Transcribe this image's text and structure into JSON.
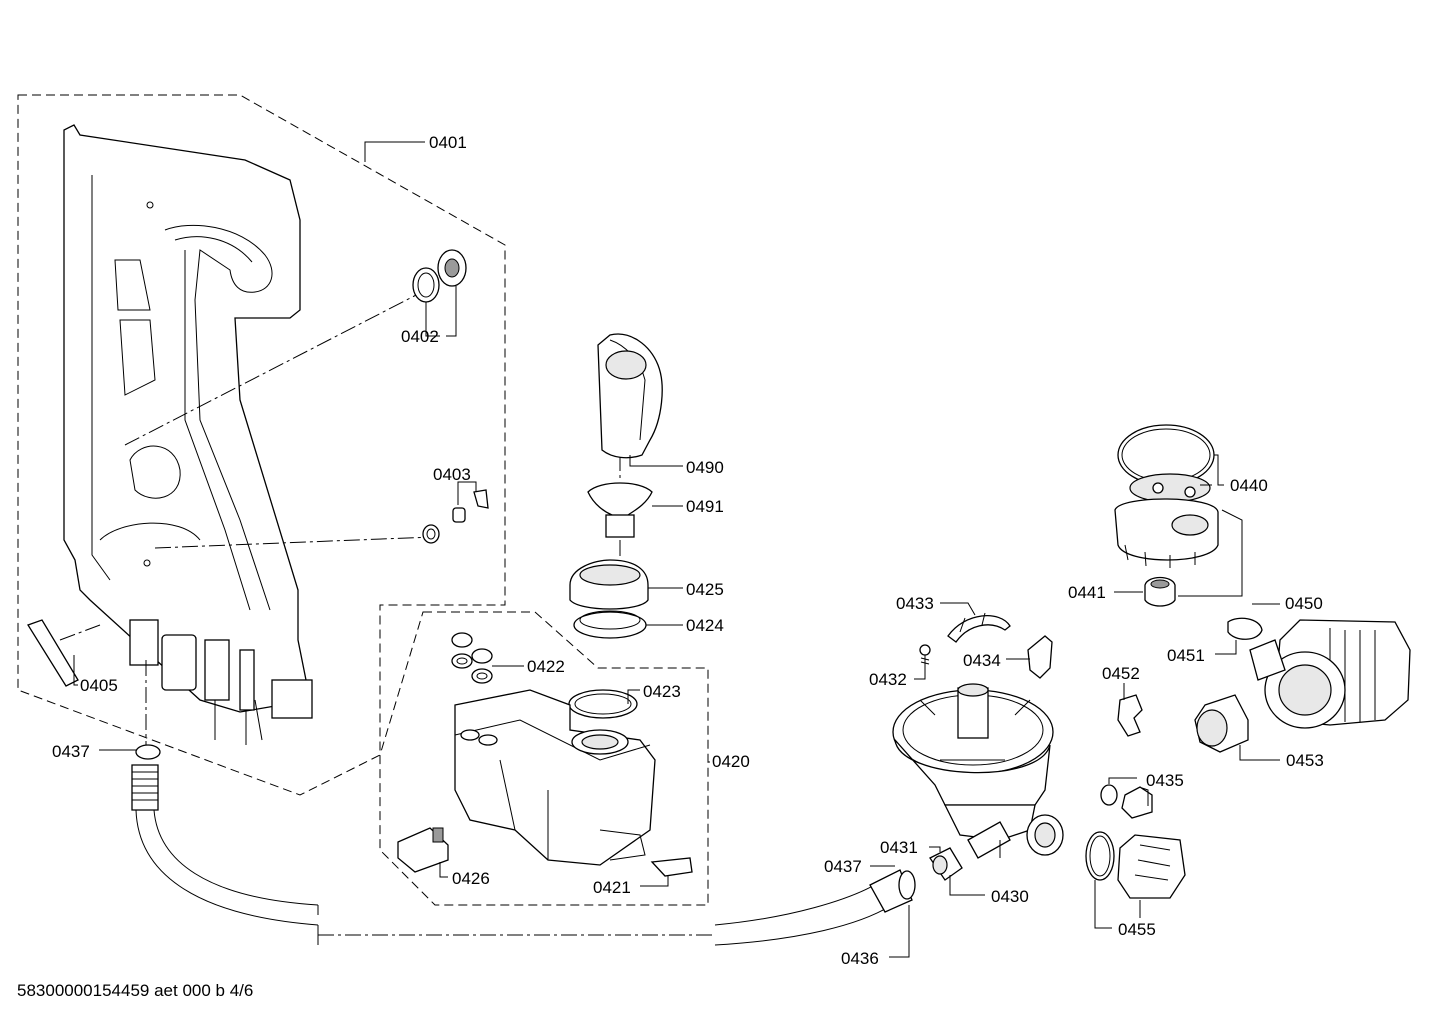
{
  "footer_text": "58300000154459 aet 000 b 4/6",
  "parts": {
    "p0401": "0401",
    "p0402": "0402",
    "p0403": "0403",
    "p0405": "0405",
    "p0437a": "0437",
    "p0490": "0490",
    "p0491": "0491",
    "p0425": "0425",
    "p0424": "0424",
    "p0422": "0422",
    "p0423": "0423",
    "p0420": "0420",
    "p0426": "0426",
    "p0421": "0421",
    "p0440": "0440",
    "p0441": "0441",
    "p0450": "0450",
    "p0451": "0451",
    "p0433": "0433",
    "p0432": "0432",
    "p0434": "0434",
    "p0452": "0452",
    "p0453": "0453",
    "p0435": "0435",
    "p0431": "0431",
    "p0437b": "0437",
    "p0430": "0430",
    "p0455": "0455",
    "p0436": "0436"
  }
}
